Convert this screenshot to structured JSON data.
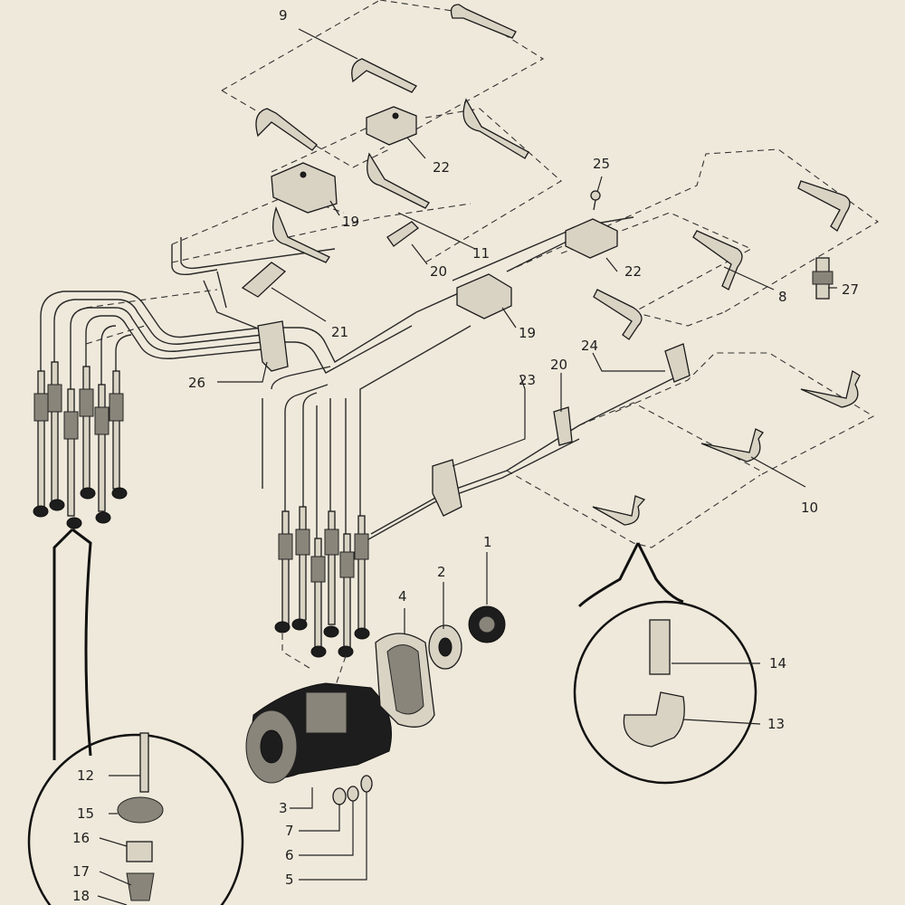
{
  "diagram": {
    "callouts": [
      {
        "id": "9",
        "text": "9"
      },
      {
        "id": "22a",
        "text": "22"
      },
      {
        "id": "25",
        "text": "25"
      },
      {
        "id": "19a",
        "text": "19"
      },
      {
        "id": "11",
        "text": "11"
      },
      {
        "id": "22b",
        "text": "22"
      },
      {
        "id": "20a",
        "text": "20"
      },
      {
        "id": "8",
        "text": "8"
      },
      {
        "id": "27",
        "text": "27"
      },
      {
        "id": "21",
        "text": "21"
      },
      {
        "id": "19b",
        "text": "19"
      },
      {
        "id": "24",
        "text": "24"
      },
      {
        "id": "26",
        "text": "26"
      },
      {
        "id": "20b",
        "text": "20"
      },
      {
        "id": "23",
        "text": "23"
      },
      {
        "id": "10",
        "text": "10"
      },
      {
        "id": "4",
        "text": "4"
      },
      {
        "id": "2",
        "text": "2"
      },
      {
        "id": "1",
        "text": "1"
      },
      {
        "id": "14",
        "text": "14"
      },
      {
        "id": "13",
        "text": "13"
      },
      {
        "id": "12",
        "text": "12"
      },
      {
        "id": "15",
        "text": "15"
      },
      {
        "id": "16",
        "text": "16"
      },
      {
        "id": "17",
        "text": "17"
      },
      {
        "id": "18",
        "text": "18"
      },
      {
        "id": "3",
        "text": "3"
      },
      {
        "id": "7",
        "text": "7"
      },
      {
        "id": "6",
        "text": "6"
      },
      {
        "id": "5",
        "text": "5"
      }
    ]
  }
}
